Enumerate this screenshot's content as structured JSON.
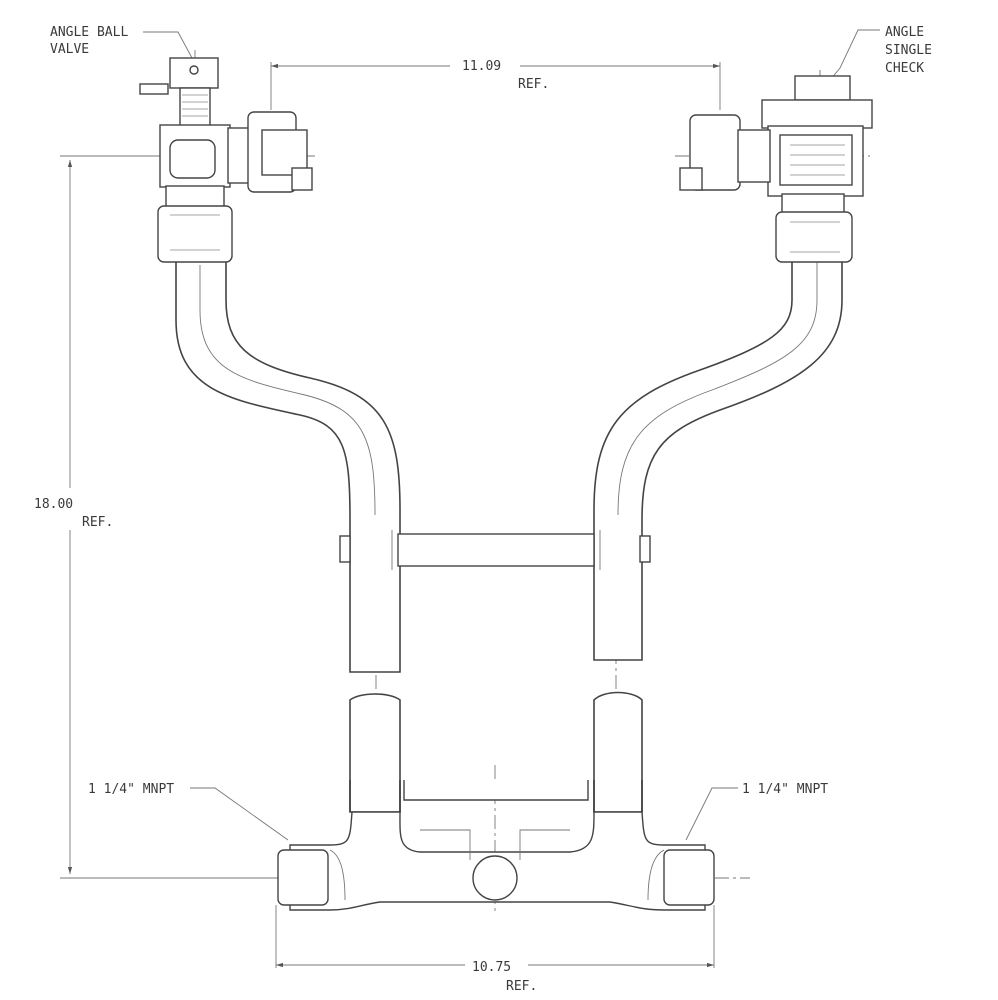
{
  "labels": {
    "angle_ball_valve_line1": "ANGLE BALL",
    "angle_ball_valve_line2": "VALVE",
    "angle_single_check_line1": "ANGLE",
    "angle_single_check_line2": "SINGLE",
    "angle_single_check_line3": "CHECK",
    "mnpt_left": "1 1/4\" MNPT",
    "mnpt_right": "1 1/4\" MNPT"
  },
  "dimensions": {
    "top_width": "11.09",
    "top_width_ref": "REF.",
    "height": "18.00",
    "height_ref": "REF.",
    "bottom_width": "10.75",
    "bottom_width_ref": "REF."
  }
}
